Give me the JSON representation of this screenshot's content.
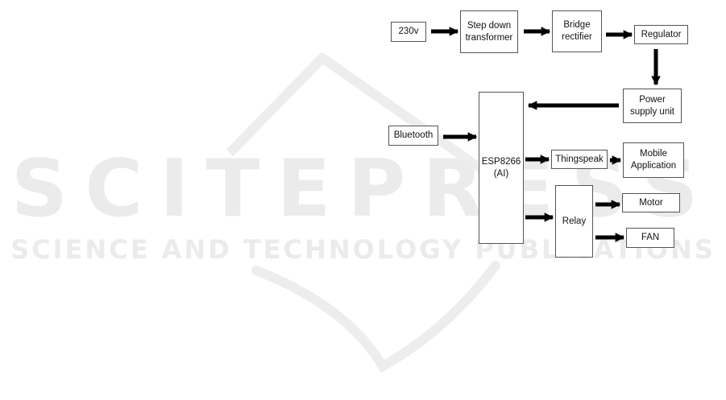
{
  "watermark": {
    "line1": "SCITEPRESS",
    "line2": "SCIENCE AND TECHNOLOGY PUBLICATIONS",
    "color": "#ebebeb"
  },
  "colors": {
    "box_border": "#555555",
    "arrow": "#000000",
    "text": "#111111"
  },
  "nodes": {
    "source": "230v",
    "transformer": "Step down\ntransformer",
    "rectifier": "Bridge\nrectifier",
    "regulator": "Regulator",
    "psu": "Power\nsupply unit",
    "mcu": "ESP8266\n(AI)",
    "bluetooth": "Bluetooth",
    "thingspeak": "Thingspeak",
    "mobile": "Mobile\nApplication",
    "relay": "Relay",
    "motor": "Motor",
    "fan": "FAN"
  }
}
